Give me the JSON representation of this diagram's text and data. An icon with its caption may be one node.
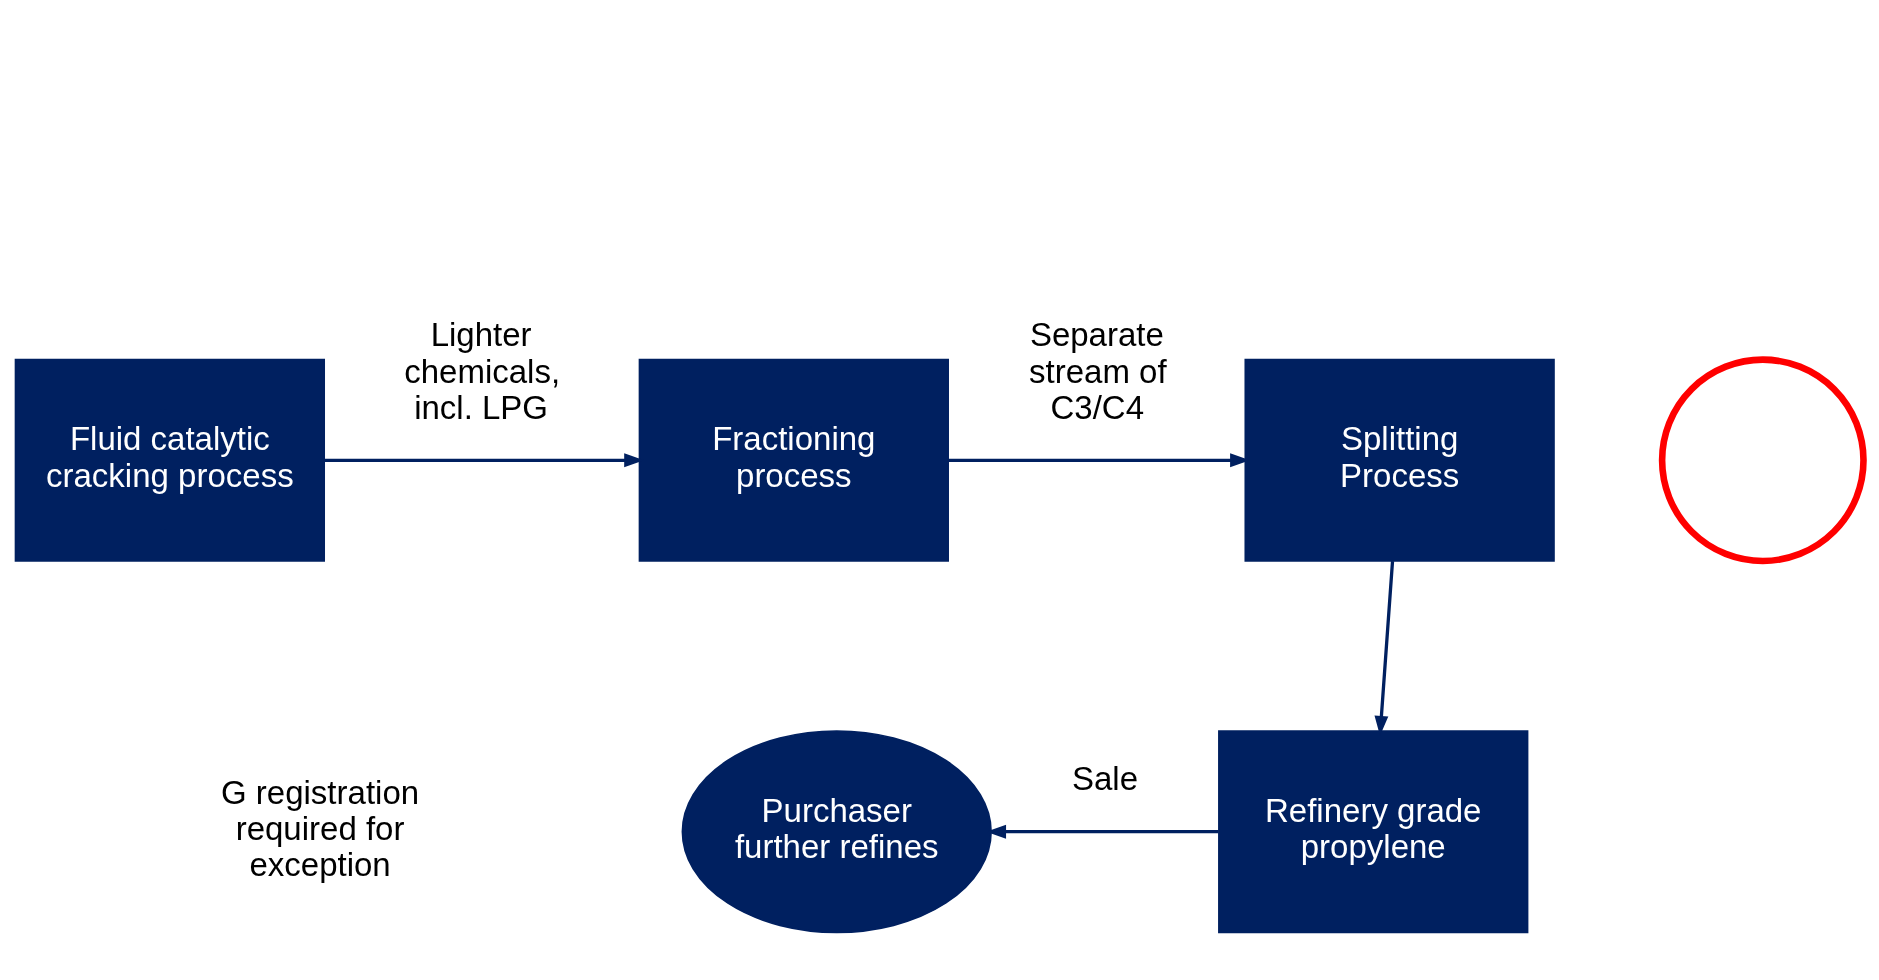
{
  "diagram": {
    "nodes": [
      {
        "text": [
          "Fluid catalytic cracking process"
        ]
      },
      {
        "text": [
          "Fractioning process"
        ]
      },
      {
        "text": [
          "Splitting Process"
        ]
      },
      {
        "text": [],
        "shape": "circle"
      },
      {
        "text": [
          "Refinery grade propylene"
        ]
      },
      {
        "text": [
          "Purchaser further refines"
        ]
      }
    ],
    "edges": [
      {
        "from": 0,
        "to": 1,
        "arrow": "to",
        "label": "Lighter chemicals, incl. LPG"
      },
      {
        "from": 1,
        "to": 2,
        "arrow": "to",
        "label": "Separate stream of C3/C4"
      },
      {
        "from": 2,
        "to": 4,
        "arrow": "to"
      },
      {
        "from": 4,
        "to": 5,
        "arrow": "to",
        "label": "Sale"
      }
    ],
    "labels": [
      "G registration required for exception"
    ]
  }
}
